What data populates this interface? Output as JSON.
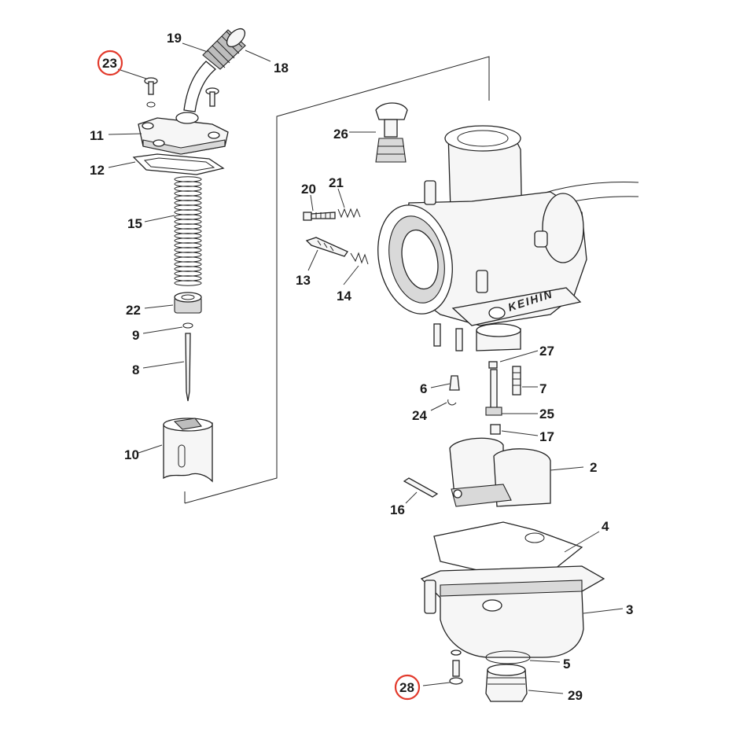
{
  "brand_mark": "KEIHIN",
  "highlight_color": "#e23a2c",
  "callouts": [
    {
      "id": "c19",
      "label": "19",
      "highlighted": false
    },
    {
      "id": "c18",
      "label": "18",
      "highlighted": false
    },
    {
      "id": "c23",
      "label": "23",
      "highlighted": true
    },
    {
      "id": "c11",
      "label": "11",
      "highlighted": false
    },
    {
      "id": "c12",
      "label": "12",
      "highlighted": false
    },
    {
      "id": "c15",
      "label": "15",
      "highlighted": false
    },
    {
      "id": "c22",
      "label": "22",
      "highlighted": false
    },
    {
      "id": "c9",
      "label": "9",
      "highlighted": false
    },
    {
      "id": "c8",
      "label": "8",
      "highlighted": false
    },
    {
      "id": "c10",
      "label": "10",
      "highlighted": false
    },
    {
      "id": "c26",
      "label": "26",
      "highlighted": false
    },
    {
      "id": "c20",
      "label": "20",
      "highlighted": false
    },
    {
      "id": "c21",
      "label": "21",
      "highlighted": false
    },
    {
      "id": "c13",
      "label": "13",
      "highlighted": false
    },
    {
      "id": "c14",
      "label": "14",
      "highlighted": false
    },
    {
      "id": "c27",
      "label": "27",
      "highlighted": false
    },
    {
      "id": "c6",
      "label": "6",
      "highlighted": false
    },
    {
      "id": "c7",
      "label": "7",
      "highlighted": false
    },
    {
      "id": "c24",
      "label": "24",
      "highlighted": false
    },
    {
      "id": "c25",
      "label": "25",
      "highlighted": false
    },
    {
      "id": "c17",
      "label": "17",
      "highlighted": false
    },
    {
      "id": "c2",
      "label": "2",
      "highlighted": false
    },
    {
      "id": "c16",
      "label": "16",
      "highlighted": false
    },
    {
      "id": "c4",
      "label": "4",
      "highlighted": false
    },
    {
      "id": "c3",
      "label": "3",
      "highlighted": false
    },
    {
      "id": "c5",
      "label": "5",
      "highlighted": false
    },
    {
      "id": "c28",
      "label": "28",
      "highlighted": true
    },
    {
      "id": "c29",
      "label": "29",
      "highlighted": false
    }
  ]
}
